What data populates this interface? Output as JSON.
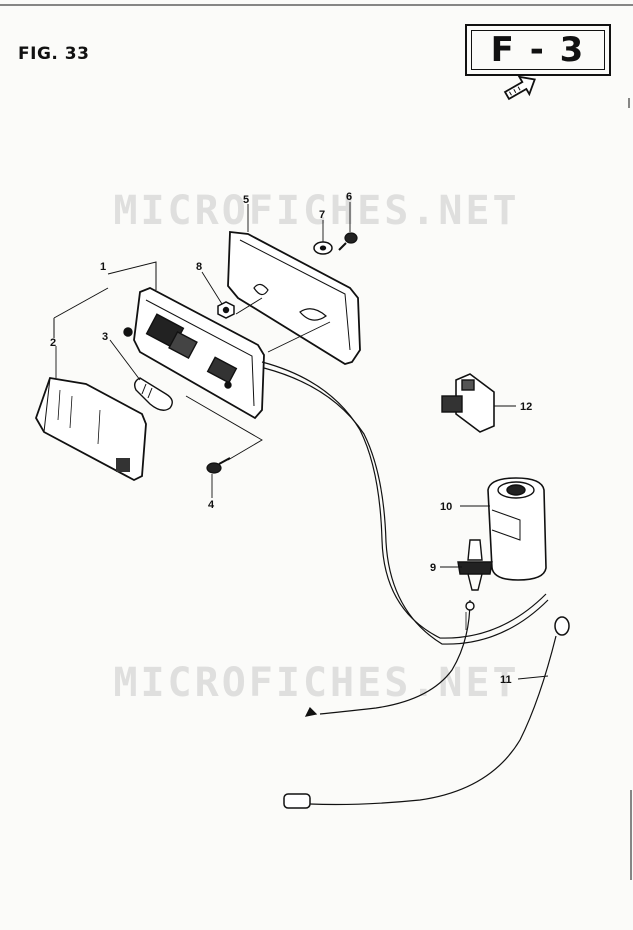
{
  "figure": {
    "title": "FIG. 33",
    "section": "F - 3"
  },
  "watermark": "MICROFICHES.NET",
  "callouts": {
    "c1": "1",
    "c2": "2",
    "c3": "3",
    "c4": "4",
    "c5": "5",
    "c6": "6",
    "c7": "7",
    "c8": "8",
    "c9": "9",
    "c10": "10",
    "c11": "11",
    "c12": "12"
  },
  "icons": {
    "direction_arrow": "front-arrow-icon"
  },
  "colors": {
    "ink": "#111111",
    "paper": "#fbfbf9",
    "watermark": "#c8c8c8"
  }
}
